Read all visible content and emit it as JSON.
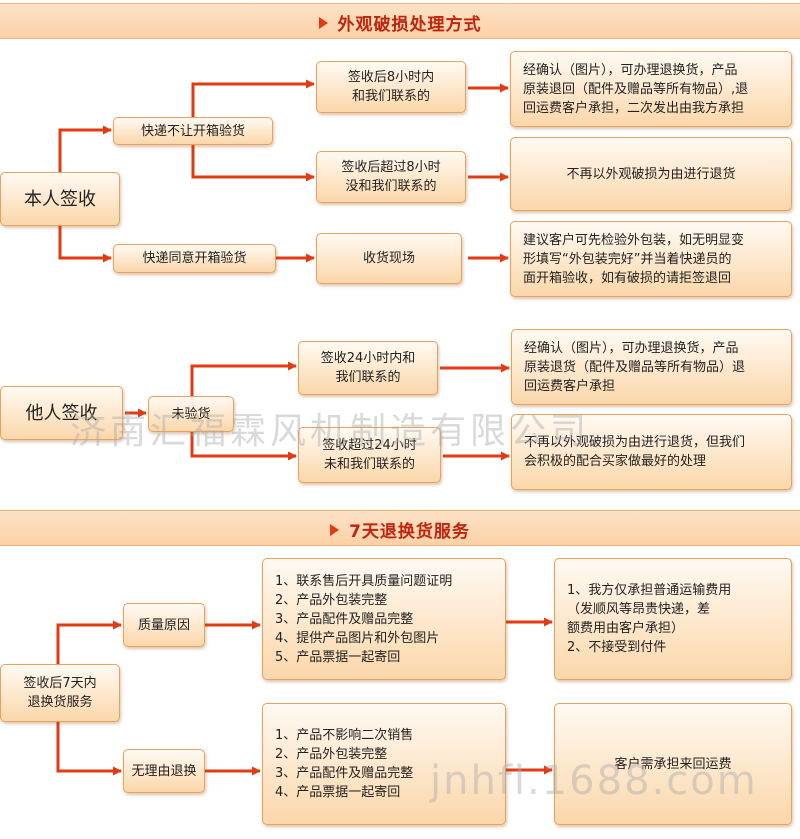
{
  "section1": {
    "title": "外观破损处理方式",
    "self_sign": "本人签收",
    "courier_no_inspect": "快递不让开箱验货",
    "courier_inspect": "快递同意开箱验货",
    "within8": "签收后8小时内\n和我们联系的",
    "over8": "签收后超过8小时\n没和我们联系的",
    "on_site": "收货现场",
    "result1": "经确认（图片），可办理退换货，产品\n原装退回（配件及赠品等所有物品）,退\n回运费客户承担，二次发出由我方承担",
    "result2": "不再以外观破损为由进行退货",
    "result3": "建议客户可先检验外包装，如无明显变\n形填写“外包装完好”并当着快递员的\n面开箱验收，如有破损的请拒签退回"
  },
  "section2": {
    "other_sign": "他人签收",
    "not_inspected": "未验货",
    "within24": "签收24小时内和\n我们联系的",
    "over24": "签收超过24小时\n未和我们联系的",
    "result1": "经确认（图片），可办理退换货，产品\n原装退货（配件及赠品等所有物品）退\n回运费客户承担",
    "result2": "不再以外观破损为由进行退货，但我们\n会积极的配合买家做最好的处理"
  },
  "section3": {
    "title": "7天退换货服务",
    "start": "签收后7天内\n退换货服务",
    "quality": "质量原因",
    "no_reason": "无理由退换",
    "quality_conditions": "1、联系售后开具质量问题证明\n2、产品外包装完整\n3、产品配件及赠品完整\n4、提供产品图片和外包图片\n5、产品票据一起寄回",
    "quality_result": "1、我方仅承担普通运输费用\n（发顺风等昂贵快递，差\n额费用由客户承担）\n2、不接受到付件",
    "noreason_conditions": "1、产品不影响二次销售\n2、产品外包装完整\n3、产品配件及赠品完整\n4、产品票据一起寄回",
    "noreason_result": "客户需承担来回运费"
  },
  "watermark": {
    "company": "济南汇福霖风机制造有限公司",
    "site": "jnhfl.1688.com"
  },
  "colors": {
    "accent": "#e23a12",
    "box_border": "#e9a15c",
    "title": "#c0240f"
  }
}
